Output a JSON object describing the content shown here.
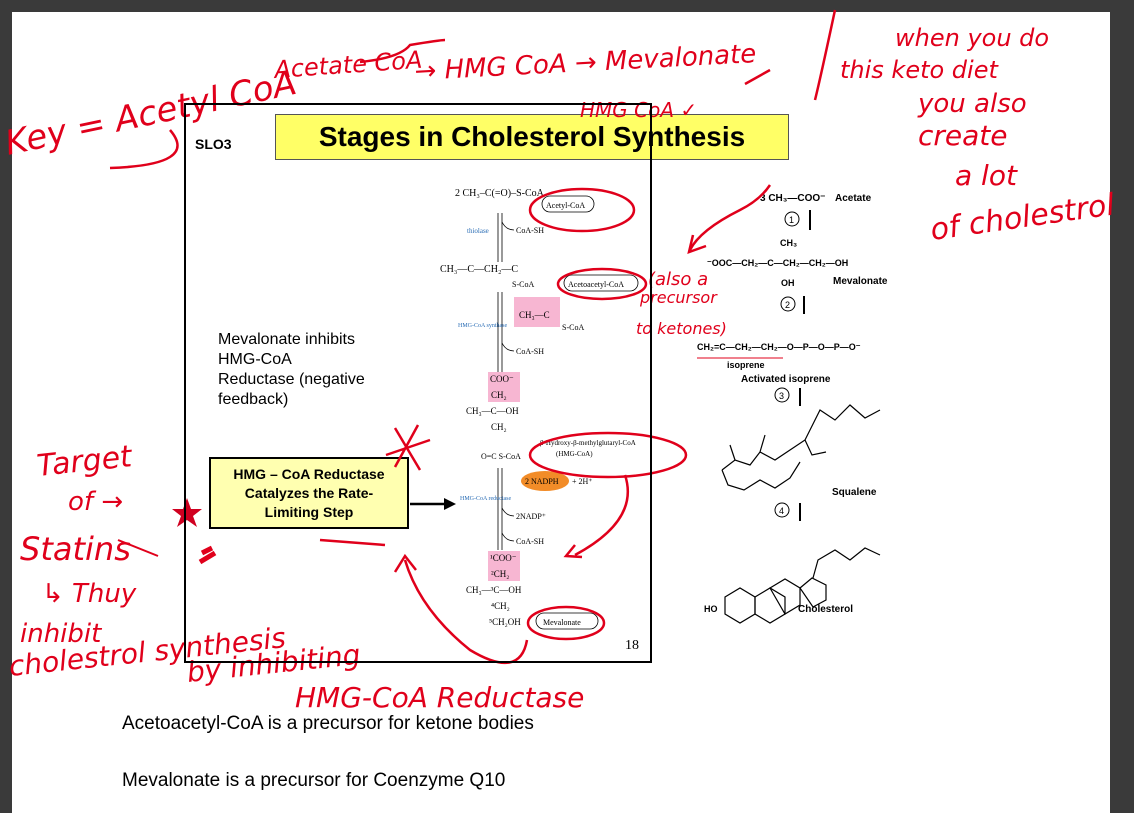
{
  "slide": {
    "label": "SLO3",
    "title": "Stages in Cholesterol Synthesis",
    "note_lines": [
      "Mevalonate inhibits",
      "HMG-CoA",
      "Reductase (negative",
      "feedback)"
    ],
    "box_lines": [
      "HMG – CoA Reductase",
      "Catalyzes the Rate-",
      "Limiting Step"
    ],
    "page_number": "18"
  },
  "left_pathway": {
    "acetyl_formula": "2 CH₃–C(=O)–S-CoA",
    "acetyl_label": "Acetyl-CoA",
    "thiolase": "thiolase",
    "coash_1": "CoA-SH",
    "acetoacetyl_label": "Acetoacetyl-CoA",
    "hmg_synthase": "HMG-CoA synthase",
    "coash_2": "CoA-SH",
    "hmg_label_1": "β-Hydroxy-β-methylglutaryl-CoA",
    "hmg_label_2": "(HMG-CoA)",
    "nadph": "2 NADPH",
    "h_plus": "+ 2H⁺",
    "hmg_reductase": "HMG-CoA reductase",
    "nadp": "2NADP⁺",
    "coash_3": "CoA-SH",
    "mevalonate_label": "Mevalonate"
  },
  "right_pathway": {
    "acetate_formula": "3 CH₃—COO⁻",
    "acetate_label": "Acetate",
    "step1": "1",
    "mevalonate_formula": "⁻OOC—CH₂—C—CH₂—CH₂—OH",
    "mevalonate_label": "Mevalonate",
    "step2": "2",
    "isoprene_formula": "CH₂=C—CH₂—CH₂—O—P—O—P—O⁻",
    "isoprene_label": "isoprene",
    "activated_label": "Activated isoprene",
    "step3": "3",
    "squalene_label": "Squalene",
    "step4": "4",
    "ho_label": "HO",
    "cholesterol_label": "Cholesterol"
  },
  "annotations": {
    "key": "Key = Acetyl CoA",
    "acetate": "Acetate CoA",
    "hmg_mev": "→ HMG CoA → Mevalonate",
    "hmg_under": "HMG CoA ✓",
    "keto_1": "when you do",
    "keto_2": "this keto diet",
    "keto_3": "you also",
    "keto_4": "create",
    "keto_5": "a lot",
    "keto_6": "of cholestrol",
    "also_1": "(also a",
    "also_2": "precursor",
    "also_3": "to ketones)",
    "target_1": "Target",
    "target_2": "of →",
    "target_3": "Statins",
    "thus_1": "↳ Thuy",
    "thus_2": "inhibit",
    "thus_3": "cholestrol synthesis",
    "thus_4": "by inhibiting",
    "thus_5": "HMG-CoA Reductase"
  },
  "bottom_text": {
    "line1": "Acetoacetyl-CoA is a precursor for ketone bodies",
    "line2": "Mevalonate is a precursor for Coenzyme Q10"
  },
  "colors": {
    "ink": "#e0001b",
    "title_bg": "#ffff66",
    "box_bg": "#ffffb0",
    "nadph": "#f28c28",
    "pink": "#f7b6d2"
  }
}
